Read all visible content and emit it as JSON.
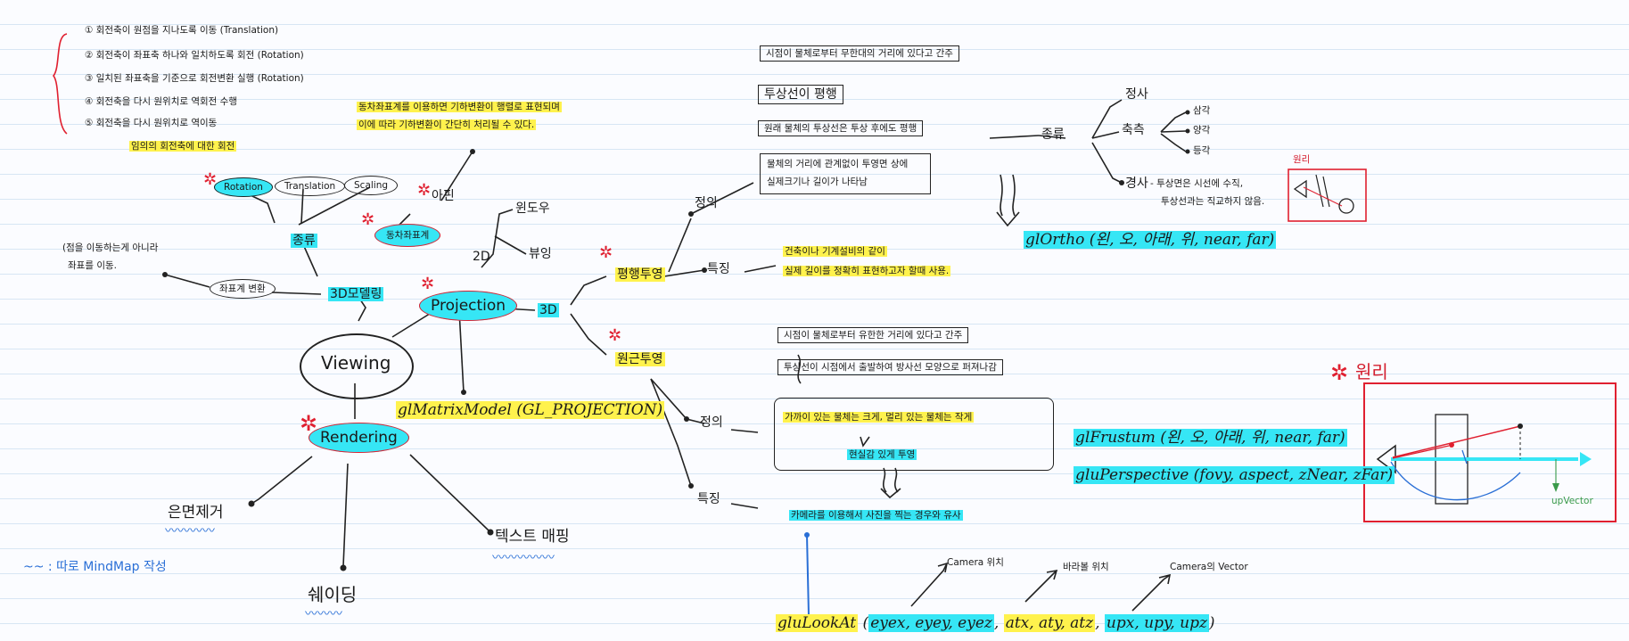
{
  "top_list": [
    "① 회전축이 원점을 지나도록 이동 (Translation)",
    "② 회전축이 좌표축 하나와 일치하도록 회전 (Rotation)",
    "③ 일치된 좌표축을 기준으로 회전변환 실행 (Rotation)",
    "④ 회전축을 다시 원위치로 역회전 수행",
    "⑤ 회전축을 다시 원위치로 역이동"
  ],
  "arbitrary_axis": "임의의 회전축에 대한 회전",
  "homog_note_1": "동차좌표계를 이용하면 기하변환이 행렬로 표현되며",
  "homog_note_2": "이에 따라 기하변환이 간단히 처리될 수 있다.",
  "rotation": "Rotation",
  "translation": "Translation",
  "scaling": "Scaling",
  "kinds": "종류",
  "homog": "동차좌표계",
  "affine": "아핀",
  "coord_note_1": "(점을 이동하는게 아니라",
  "coord_note_2": "좌표를 이동.",
  "coord_transform": "좌표계 변환",
  "modeling_3d": "3D모델링",
  "viewing": "Viewing",
  "rendering": "Rendering",
  "hidden_surface": "은면제거",
  "shading": "쉐이딩",
  "texture_mapping": "텍스트 매핑",
  "mindmap_note": "~~ : 따로 MindMap 작성",
  "window": "윈도우",
  "viewing_2": "뷰잉",
  "d2": "2D",
  "projection": "Projection",
  "d3": "3D",
  "glmatrix": "glMatrixModel (GL_PROJECTION)",
  "parallel": "평행투영",
  "perspective": "원근투영",
  "definition": "정의",
  "feature": "특징",
  "par_box1": "시점이 물체로부터 무한대의 거리에 있다고 간주",
  "par_box2": "투상선이 평행",
  "par_box3": "원래 물체의 투상선은 투상 후에도 평행",
  "par_box4_1": "물체의 거리에 관계없이 투영면 상에",
  "par_box4_2": "실제크기나 길이가 나타남",
  "par_feat_1": "건축이나 기계설비의 같이",
  "par_feat_2": "실제 길이를 정확히 표현하고자 할때 사용.",
  "kinds2": "종류",
  "ortho": "정사",
  "axo": "축측",
  "iso1": "삼각",
  "iso2": "양각",
  "iso3": "등각",
  "oblique": "경사",
  "oblique_desc_1": "- 투상면은 시선에 수직,",
  "oblique_desc_2": "투상선과는 직교하지 않음.",
  "principle_small": "원리",
  "glortho": "glOrtho (왼, 오, 아래, 위, near, far)",
  "per_box1": "시점이 물체로부터 유한한 거리에 있다고 간주",
  "per_box2": "투상선이 시점에서 출발하여 방사선 모양으로 퍼져나감",
  "per_def_1": "가까이 있는 물체는 크게, 멀리 있는 물체는 작게",
  "per_def_2": "현실감 있게 투영",
  "per_feat": "카메라를 이용해서 사진을 찍는 경우와 유사",
  "glfrustum": "glFrustum (왼, 오, 아래, 위, near, far)",
  "gluperspective": "gluPerspective (fovy, aspect, zNear, zFar)",
  "principle_big": "원리",
  "up_vector": "upVector",
  "lookat_func": "gluLookAt",
  "lookat_eye": "eyex, eyey, eyez",
  "lookat_at": "atx, aty, atz",
  "lookat_up": "upx, upy, upz",
  "cam_pos": "Camera 위치",
  "target_pos": "바라볼 위치",
  "cam_vector": "Camera의 Vector",
  "colors": {
    "highlight_yellow": "#fff24d",
    "highlight_cyan": "#36e6f5",
    "accent_red": "#e02030",
    "pen_blue": "#2a6fd6"
  }
}
